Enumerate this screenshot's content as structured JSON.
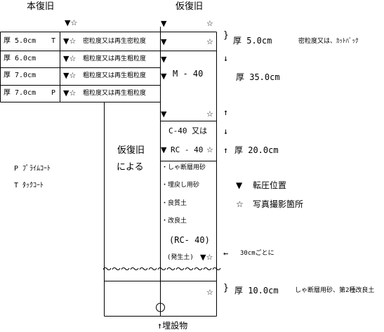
{
  "headers": {
    "main_restoration": "本復旧",
    "temp_restoration": "仮復旧"
  },
  "marks": {
    "compaction": "▼",
    "photo": "☆",
    "both": "▼☆"
  },
  "main_layers": [
    {
      "thickness": "厚  5.0cm",
      "tag": "T",
      "material": "密粒度又は再生密粒度"
    },
    {
      "thickness": "厚  6.0cm",
      "tag": "",
      "material": "粗粒度又は再生粗粒度"
    },
    {
      "thickness": "厚  7.0cm",
      "tag": "",
      "material": "粗粒度又は再生粗粒度"
    },
    {
      "thickness": "厚  7.0cm",
      "tag": "P",
      "material": "粗粒度又は再生粗粒度"
    }
  ],
  "temp_layers": {
    "surface_thickness": "厚    5.0cm",
    "surface_material": "密粒度又は、ｶｯﾄﾊﾞｯｸ",
    "base_name": "M - 40",
    "base_thickness": "厚  35.0cm",
    "subbase_line1": "C-40 又は",
    "subbase_line2": "RC - 40",
    "subbase_thickness": "厚  20.0cm",
    "backfill_items": [
      "・しゃ断層用砂",
      "・埋戻し用砂",
      "・良質土",
      "・改良土"
    ],
    "rc_line": "(RC- 40)",
    "excavated_soil": "(発生土)",
    "interval_note": "30cmごとに",
    "bottom_thickness": "厚   10.0cm",
    "bottom_material": "しゃ断層用砂、第2種改良土",
    "wave": "～～～～～～～～～～～～～"
  },
  "by_temp": {
    "line1": "仮復旧",
    "line2": "による"
  },
  "legend": {
    "prime_coat": "P  ﾌﾟﾗｲﾑｺｰﾄ",
    "tack_coat": "T  ﾀｯｸｺｰﾄ",
    "compaction_label": "転圧位置",
    "photo_label": "写真撮影箇所"
  },
  "arrows": {
    "down": "↓",
    "up": "↑",
    "left": "←",
    "brace": "}"
  },
  "buried_object": "↑埋設物"
}
